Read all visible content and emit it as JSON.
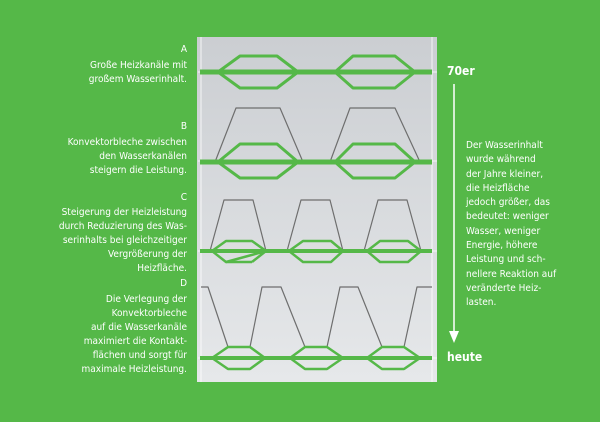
{
  "stages": [
    {
      "letter": "A",
      "text": "Große Heizkanäle mit\ngroßem Wasserinhalt."
    },
    {
      "letter": "B",
      "text": "Konvektorbleche zwischen\nden Wasserkanälen\nsteigern die Leistung."
    },
    {
      "letter": "C",
      "text": "Steigerung der Heizleistung\ndurch Reduzierung des Was-\nserinhalts bei gleichzeitiger\nVergrößerung der\nHeizfläche."
    },
    {
      "letter": "D",
      "text": "Die Verlegung der\nKonvektorbleche\nauf die Wasserkanäle\nmaximiert die Kontakt-\nflächen und sorgt für\nmaximale Heizleistung."
    }
  ],
  "timeline": {
    "start": "70er",
    "end": "heute"
  },
  "summary": "Der Wasserinhalt\nwurde während\nder Jahre kleiner,\ndie Heizfläche\njedoch größer, das\nbedeutet: weniger\nWasser, weniger\nEnergie, höhere\nLeistung und sch-\nnellere Reaktion auf\nveränderte Heiz-\nlasten.",
  "colors": {
    "background": "#55b848",
    "pipe": "#55b848",
    "fin": "#6e6e6e"
  }
}
